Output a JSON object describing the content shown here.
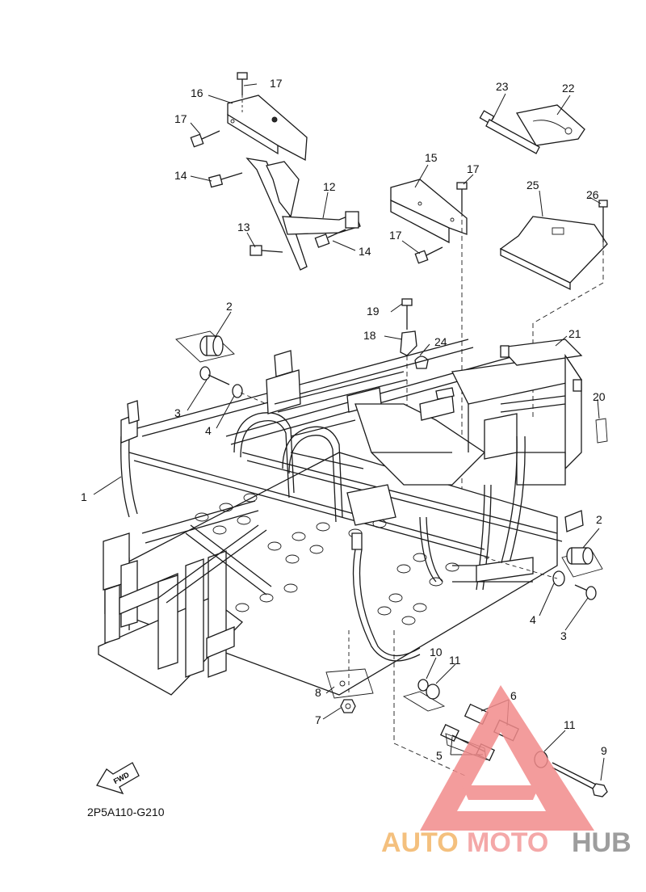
{
  "diagram": {
    "code": "2P5A110-G210",
    "fwd_label": "FWD",
    "callouts": [
      {
        "id": "c17a",
        "label": "17"
      },
      {
        "id": "c16",
        "label": "16"
      },
      {
        "id": "c17b",
        "label": "17"
      },
      {
        "id": "c14a",
        "label": "14"
      },
      {
        "id": "c12",
        "label": "12"
      },
      {
        "id": "c13",
        "label": "13"
      },
      {
        "id": "c14b",
        "label": "14"
      },
      {
        "id": "c15",
        "label": "15"
      },
      {
        "id": "c17c",
        "label": "17"
      },
      {
        "id": "c17d",
        "label": "17"
      },
      {
        "id": "c23",
        "label": "23"
      },
      {
        "id": "c22",
        "label": "22"
      },
      {
        "id": "c25",
        "label": "25"
      },
      {
        "id": "c26",
        "label": "26"
      },
      {
        "id": "c2a",
        "label": "2"
      },
      {
        "id": "c19",
        "label": "19"
      },
      {
        "id": "c18",
        "label": "18"
      },
      {
        "id": "c24",
        "label": "24"
      },
      {
        "id": "c21",
        "label": "21"
      },
      {
        "id": "c20",
        "label": "20"
      },
      {
        "id": "c3a",
        "label": "3"
      },
      {
        "id": "c4a",
        "label": "4"
      },
      {
        "id": "c1",
        "label": "1"
      },
      {
        "id": "c2b",
        "label": "2"
      },
      {
        "id": "c4b",
        "label": "4"
      },
      {
        "id": "c3b",
        "label": "3"
      },
      {
        "id": "c10",
        "label": "10"
      },
      {
        "id": "c11a",
        "label": "11"
      },
      {
        "id": "c6",
        "label": "6"
      },
      {
        "id": "c8",
        "label": "8"
      },
      {
        "id": "c7",
        "label": "7"
      },
      {
        "id": "c11b",
        "label": "11"
      },
      {
        "id": "c9",
        "label": "9"
      },
      {
        "id": "c5",
        "label": "5"
      }
    ]
  },
  "watermark": {
    "brand_part1": "AUTO",
    "brand_part2": "MOTO",
    "brand_part3": "HUB",
    "colors": {
      "auto": "#f3b668",
      "moto": "#f39a9a",
      "hub": "#8c8c8c",
      "triangle": "#f28b8b"
    }
  }
}
